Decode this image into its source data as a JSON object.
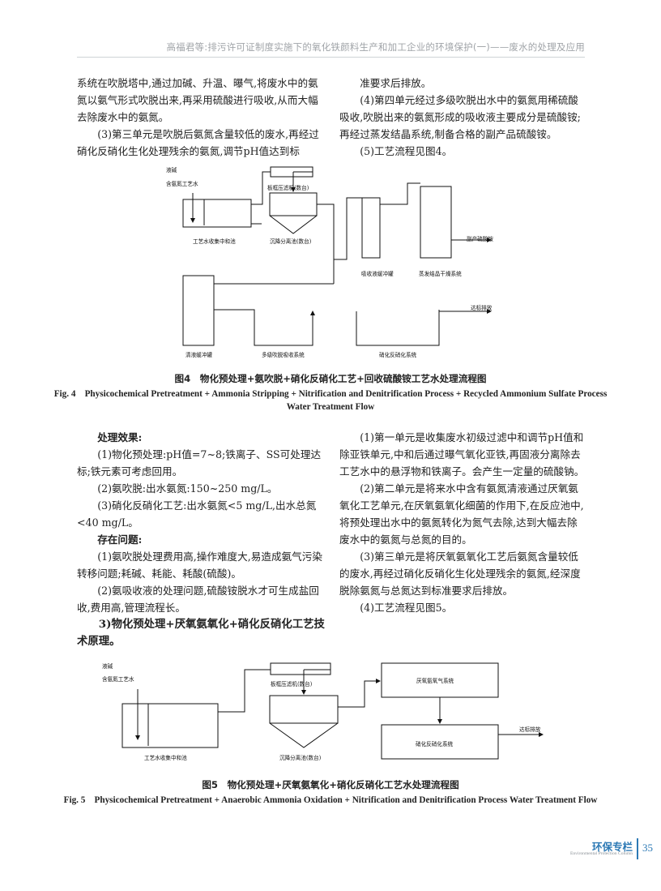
{
  "header": {
    "running_title": "高福君等:排污许可证制度实施下的氧化铁颜料生产和加工企业的环境保护(一)——废水的处理及应用"
  },
  "top_left_paragraphs": [
    "系统在吹脱塔中,通过加碱、升温、曝气,将废水中的氨氮以氨气形式吹脱出来,再采用硫酸进行吸收,从而大幅去除废水中的氨氮。",
    "(3)第三单元是吹脱后氨氮含量较低的废水,再经过硝化反硝化生化处理残余的氨氮,调节pH值达到标"
  ],
  "top_right_paragraphs": [
    "准要求后排放。",
    "(4)第四单元经过多级吹脱出水中的氨氮用稀硫酸吸收,吹脱出来的氨氮形成的吸收液主要成分是硫酸铵;再经过蒸发结晶系统,制备合格的副产品硫酸铵。",
    "(5)工艺流程见图4。"
  ],
  "figure4": {
    "labels": {
      "liquid_alkali": "液碱",
      "ammonia_water": "含氨氮工艺水",
      "filter_press": "板框压滤机(数台)",
      "neutral_tank": "工艺水收集中和池",
      "settling_tank": "沉降分离池(数台)",
      "absorb_buffer": "吸收液缓冲罐",
      "evaporator": "蒸发结晶干燥系统",
      "byproduct": "副产硫酸铵",
      "discharge": "达标排放",
      "clear_buffer": "清液缓冲罐",
      "stripping": "多级吹脱吸收系统",
      "nitrification": "硝化反硝化系统"
    },
    "caption_zh": "图4　物化预处理+氨吹脱+硝化反硝化工艺+回收硫酸铵工艺水处理流程图",
    "caption_en": "Fig. 4　Physicochemical Pretreatment + Ammonia Stripping + Nitrification and Denitrification Process + Recycled Ammonium Sulfate Process Water Treatment Flow"
  },
  "mid_left": {
    "effect_heading": "处理效果:",
    "effects": [
      "(1)物化预处理:pH值=7~8;铁离子、SS可处理达标;铁元素可考虑回用。",
      "(2)氨吹脱:出水氨氮:150~250 mg/L。",
      "(3)硝化反硝化工艺:出水氨氮<5 mg/L,出水总氮<40 mg/L。"
    ],
    "problem_heading": "存在问题:",
    "problems": [
      "(1)氨吹脱处理费用高,操作难度大,易造成氨气污染转移问题;耗碱、耗能、耗酸(硫酸)。",
      "(2)氨吸收液的处理问题,硫酸铵脱水才可生成盐回收,费用高,管理流程长。"
    ],
    "section_heading": "3)物化预处理+厌氧氨氧化+硝化反硝化工艺技术原理。"
  },
  "mid_right_paragraphs": [
    "(1)第一单元是收集废水初级过滤中和调节pH值和除亚铁单元,中和后通过曝气氧化亚铁,再固液分离除去工艺水中的悬浮物和铁离子。会产生一定量的硫酸钠。",
    "(2)第二单元是将来水中含有氨氮清液通过厌氧氨氧化工艺单元,在厌氧氨氧化细菌的作用下,在反应池中,将预处理出水中的氨氮转化为氮气去除,达到大幅去除废水中的氨氮与总氮的目的。",
    "(3)第三单元是将厌氧氨氧化工艺后氨氮含量较低的废水,再经过硝化反硝化生化处理残余的氨氮,经深度脱除氨氮与总氮达到标准要求后排放。",
    "(4)工艺流程见图5。"
  ],
  "figure5": {
    "labels": {
      "liquid_alkali": "液碱",
      "ammonia_water": "含氨氮工艺水",
      "filter_press": "板框压滤机(数台)",
      "anammox": "厌氧氨氧气系统",
      "discharge": "达标排放",
      "nitrification": "硝化反硝化系统",
      "neutral_tank": "工艺水收集中和池",
      "settling_tank": "沉降分离池(数台)"
    },
    "caption_zh": "图5　物化预处理+厌氧氨氧化+硝化反硝化工艺水处理流程图",
    "caption_en": "Fig. 5　Physicochemical Pretreatment + Anaerobic Ammonia Oxidation + Nitrification and Denitrification Process Water Treatment Flow"
  },
  "footer": {
    "column_zh": "环保专栏",
    "column_en": "Environmental Protection Column",
    "page_number": "35"
  },
  "colors": {
    "accent": "#2c79b5",
    "header_text": "#a0a4a8"
  }
}
